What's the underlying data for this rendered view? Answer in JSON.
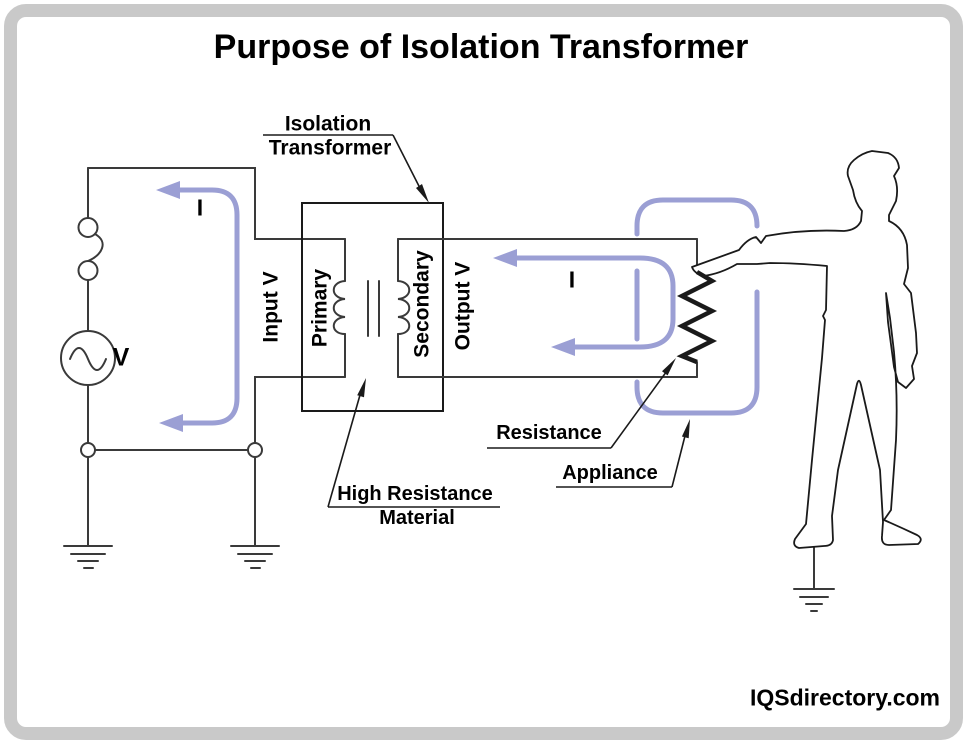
{
  "title": "Purpose of Isolation Transformer",
  "watermark": "IQSdirectory.com",
  "transformer": {
    "callout_line1": "Isolation",
    "callout_line2": "Transformer",
    "input_label": "Input V",
    "primary_label": "Primary",
    "secondary_label": "Secondary",
    "output_label": "Output V",
    "core_callout_line1": "High Resistance",
    "core_callout_line2": "Material"
  },
  "source": {
    "voltage_label": "V",
    "current_label": "I"
  },
  "load": {
    "current_label": "I",
    "resistance_callout": "Resistance",
    "appliance_callout": "Appliance"
  },
  "colors": {
    "wire": "#3a3a3a",
    "outline": "#1a1a1a",
    "current_blue": "#9b9fd4",
    "frame_gray": "#c9c9c9",
    "text": "#000000",
    "background": "#ffffff"
  }
}
